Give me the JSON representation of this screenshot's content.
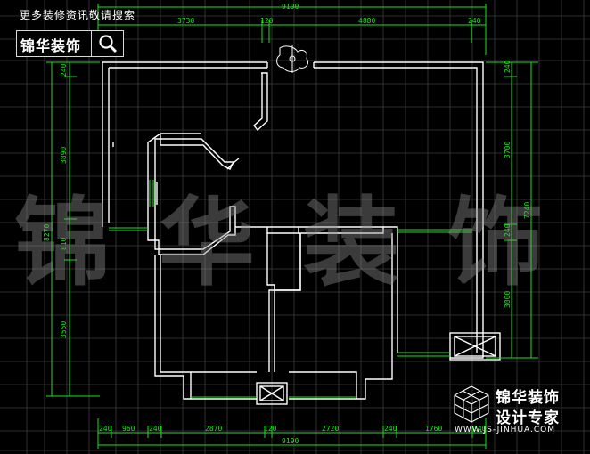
{
  "header": {
    "top_text": "更多装修资讯敬请搜索",
    "brand": "锦华装饰",
    "search_icon": "magnifier-icon"
  },
  "watermark": "锦华装饰",
  "logo": {
    "line1": "锦华装饰",
    "line2": "设计专家",
    "site": "WWW.JS-JINHUA.COM",
    "icon": "cube-icon"
  },
  "dimensions": {
    "top_total": "9190",
    "top_segments": [
      "3730",
      "120",
      "4880",
      "240"
    ],
    "bottom_segments": [
      "240",
      "960",
      "240",
      "2870",
      "120",
      "2720",
      "240",
      "1760",
      "240"
    ],
    "bottom_total": "9190",
    "left_segments": [
      "240",
      "3890",
      "810",
      "3550"
    ],
    "left_total": "8270",
    "right_segments": [
      "240",
      "3700",
      "240",
      "3000"
    ],
    "right_total": "7240"
  },
  "colors": {
    "grid": "#3c3c3c",
    "wall": "#ffffff",
    "dimension": "#19e31a",
    "window": "#19e31a"
  }
}
